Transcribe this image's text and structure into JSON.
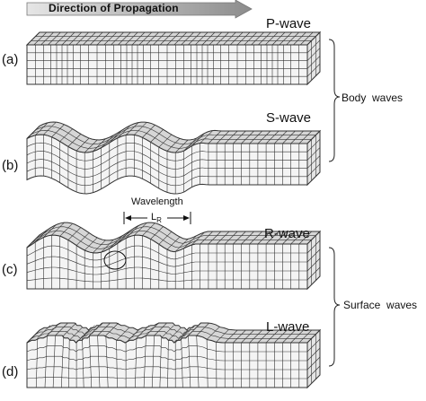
{
  "propagation_label": "Direction of Propagation",
  "panels": [
    {
      "letter": "(a)",
      "wave": "P-wave"
    },
    {
      "letter": "(b)",
      "wave": "S-wave"
    },
    {
      "letter": "(c)",
      "wave": "R-wave"
    },
    {
      "letter": "(d)",
      "wave": "L-wave"
    }
  ],
  "groups": {
    "body": "Body  waves",
    "surface": "Surface  waves"
  },
  "wavelength_label": "Wavelength",
  "lr_label": "L",
  "lr_subscript": "R",
  "colors": {
    "grid": "#333333",
    "face": "#f4f4f4",
    "shade": "#d6d6d6",
    "arrow": "#9a9a9a",
    "text": "#111111"
  }
}
